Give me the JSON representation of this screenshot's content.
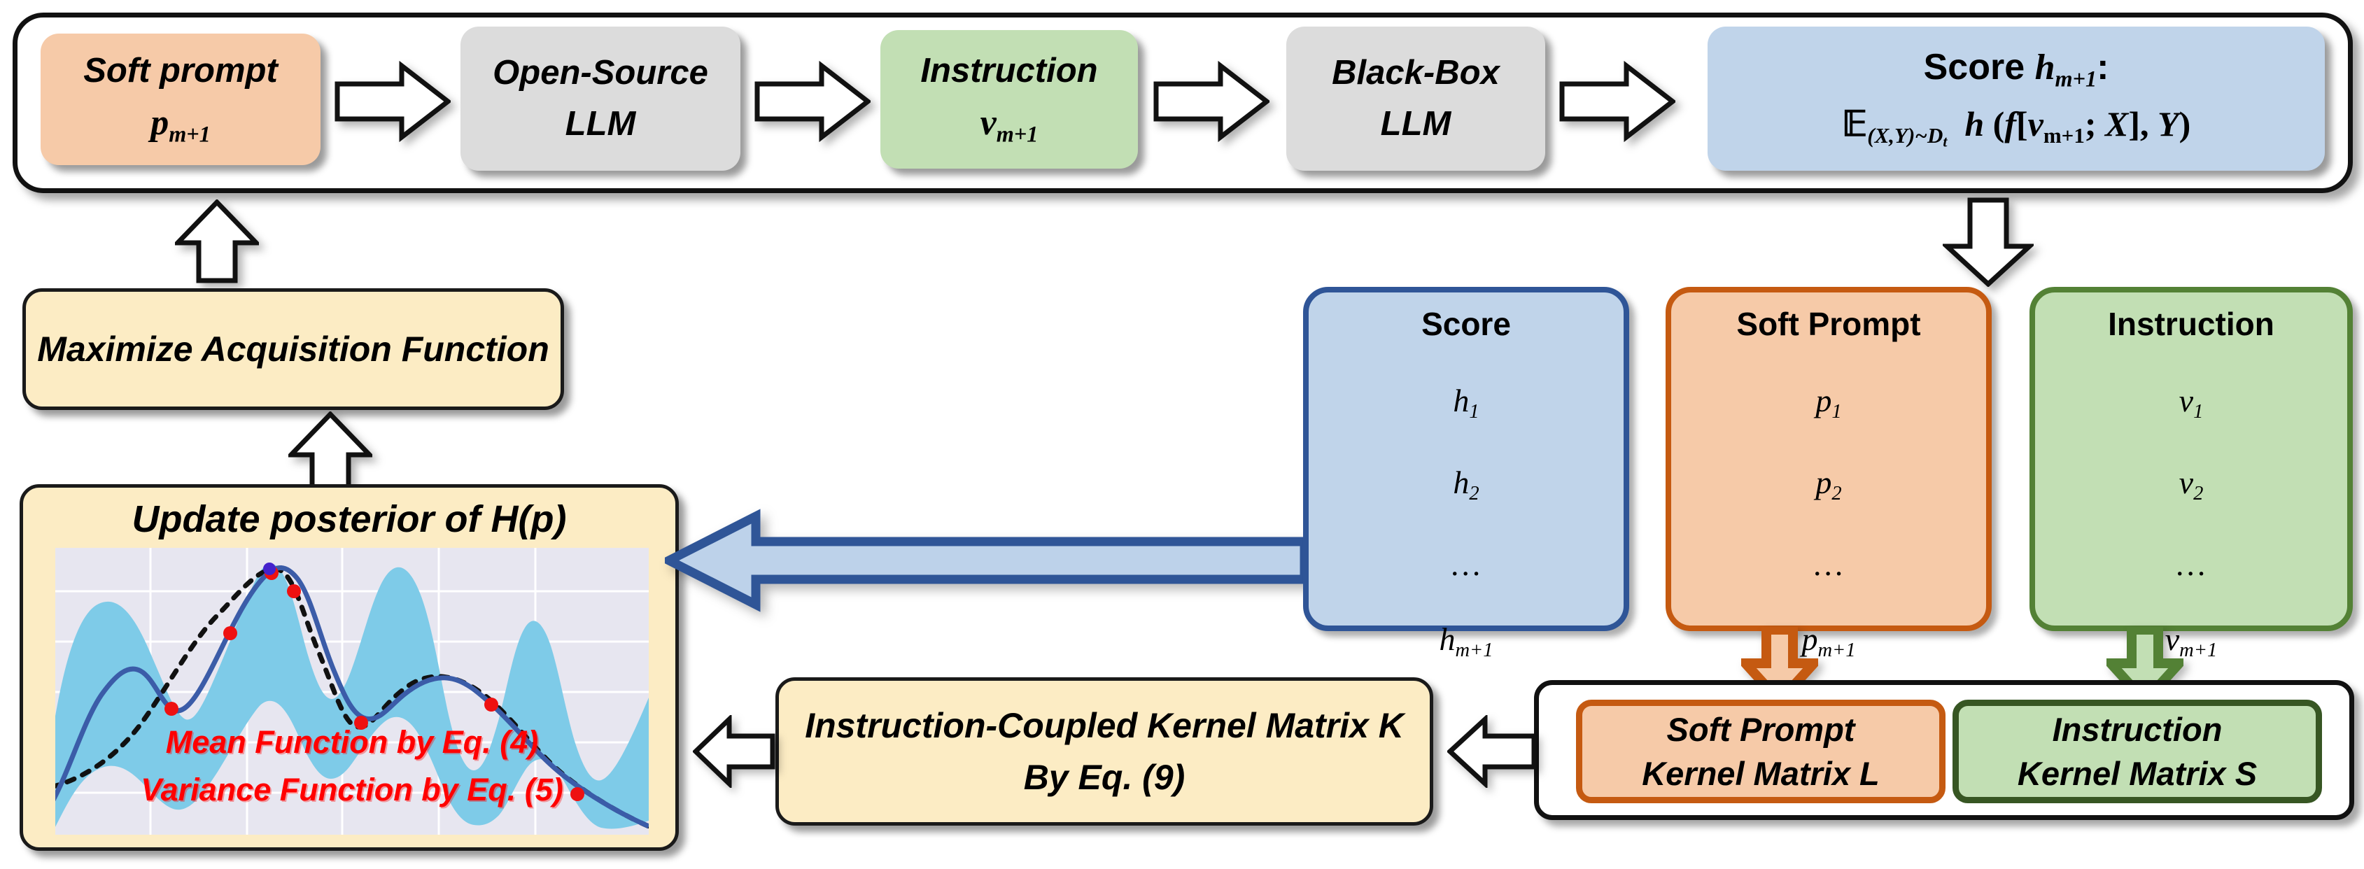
{
  "pipeline": {
    "nodes": [
      {
        "id": "soft-prompt",
        "line1": "Soft prompt",
        "line2": "p_{m+1}",
        "color": "#f6caa8"
      },
      {
        "id": "open-source-llm",
        "line1": "Open-Source",
        "line2": "LLM",
        "color": "#dcdcdc"
      },
      {
        "id": "instruction",
        "line1": "Instruction",
        "line2": "v_{m+1}",
        "color": "#c2dfb4"
      },
      {
        "id": "black-box-llm",
        "line1": "Black-Box",
        "line2": "LLM",
        "color": "#dcdcdc"
      },
      {
        "id": "score",
        "line1": "Score h_{m+1}:",
        "line2": "E_{(X,Y)~D_t} h (f[v_{m+1}; X], Y)",
        "color": "#c0d4ea"
      }
    ]
  },
  "acquisition": {
    "label": "Maximize Acquisition Function"
  },
  "posterior": {
    "title": "Update posterior of H(p)",
    "mean_label": "Mean Function by Eq. (4)",
    "variance_label": "Variance Function by Eq. (5)"
  },
  "kernel_k": {
    "line1": "Instruction-Coupled Kernel Matrix K",
    "line2": "By Eq. (9)"
  },
  "kernel_sub": {
    "soft_prompt": {
      "line1": "Soft Prompt",
      "line2": "Kernel Matrix  L"
    },
    "instruction": {
      "line1": "Instruction",
      "line2": "Kernel Matrix S"
    }
  },
  "columns": [
    {
      "id": "score",
      "header": "Score",
      "cells": [
        "h_1",
        "h_2",
        "...",
        "h_{m+1}"
      ],
      "fill": "#c0d4ea",
      "stroke": "#2f5597"
    },
    {
      "id": "soft-prompt",
      "header": "Soft Prompt",
      "cells": [
        "p_1",
        "p_2",
        "...",
        "p_{m+1}"
      ],
      "fill": "#f6caa8",
      "stroke": "#c55a11"
    },
    {
      "id": "instruction",
      "header": "Instruction",
      "cells": [
        "v_1",
        "v_2",
        "...",
        "v_{m+1}"
      ],
      "fill": "#c2dfb4",
      "stroke": "#538135"
    }
  ],
  "colors": {
    "peach": "#f6caa8",
    "grey": "#dcdcdc",
    "green": "#c2dfb4",
    "blue": "#c0d4ea",
    "yellow": "#fcecc4",
    "blue_arrow_fill": "#bdd2ea",
    "blue_arrow_stroke": "#2f5597",
    "orange_arrow_fill": "#f6caa8",
    "orange_arrow_stroke": "#c55a11",
    "green_arrow_fill": "#c2dfb4",
    "green_arrow_stroke": "#538135",
    "red_text": "#ff0000",
    "gp_band": "#7ecbe8",
    "gp_plot_bg": "#e7e6f0"
  },
  "chart_data": {
    "type": "line",
    "title": "Update posterior of H(p)",
    "annotations": [
      "Mean Function by Eq. (4)",
      "Variance Function by Eq. (5)"
    ],
    "grid": true,
    "xlabel": "",
    "ylabel": "",
    "series": [
      {
        "name": "GP posterior mean",
        "style": "solid-blue"
      },
      {
        "name": "True objective",
        "style": "dotted-black"
      },
      {
        "name": "Confidence band",
        "style": "filled-lightblue"
      }
    ],
    "observed_points": 7
  }
}
